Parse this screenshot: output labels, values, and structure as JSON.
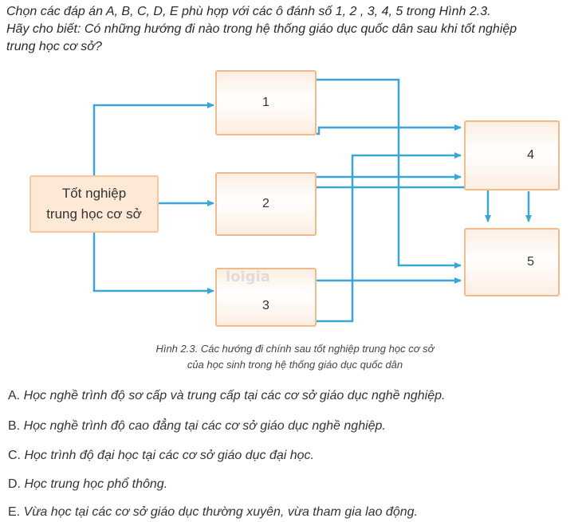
{
  "question": {
    "line1": "Chọn các đáp án A, B, C, D, E phù hợp với các ô đánh số 1, 2 , 3, 4, 5 trong Hình 2.3.",
    "line2": "Hãy cho biết: Có những hướng đi nào trong hệ thống giáo dục quốc dân sau khi tốt nghiệp",
    "line3": "trung học cơ sở?"
  },
  "diagram": {
    "start_line1": "Tốt nghiệp",
    "start_line2": "trung học cơ sở",
    "box1": "1",
    "box2": "2",
    "box3": "3",
    "box4": "4",
    "box5": "5",
    "watermark": "loigia",
    "arrow_color": "#3aa6d8",
    "box_border_color": "#f2b98a"
  },
  "caption": {
    "line1": "Hình 2.3. Các hướng đi chính sau tốt nghiệp trung học cơ sở",
    "line2": "của học sinh trong hệ thống giáo dục quốc dân"
  },
  "options": [
    {
      "letter": "A.",
      "text": "Học nghề trình độ sơ cấp và trung cấp tại các cơ sở giáo dục nghề nghiệp."
    },
    {
      "letter": "B.",
      "text": "Học nghề trình độ cao đẳng tại các cơ sở giáo dục nghề nghiệp."
    },
    {
      "letter": "C.",
      "text": "Học trình độ đại học tại các cơ sở giáo dục đại học."
    },
    {
      "letter": "D.",
      "text": "Học trung học phổ thông."
    },
    {
      "letter": "E.",
      "text": "Vừa học tại các cơ sở giáo dục thường xuyên, vừa tham gia lao động."
    }
  ]
}
